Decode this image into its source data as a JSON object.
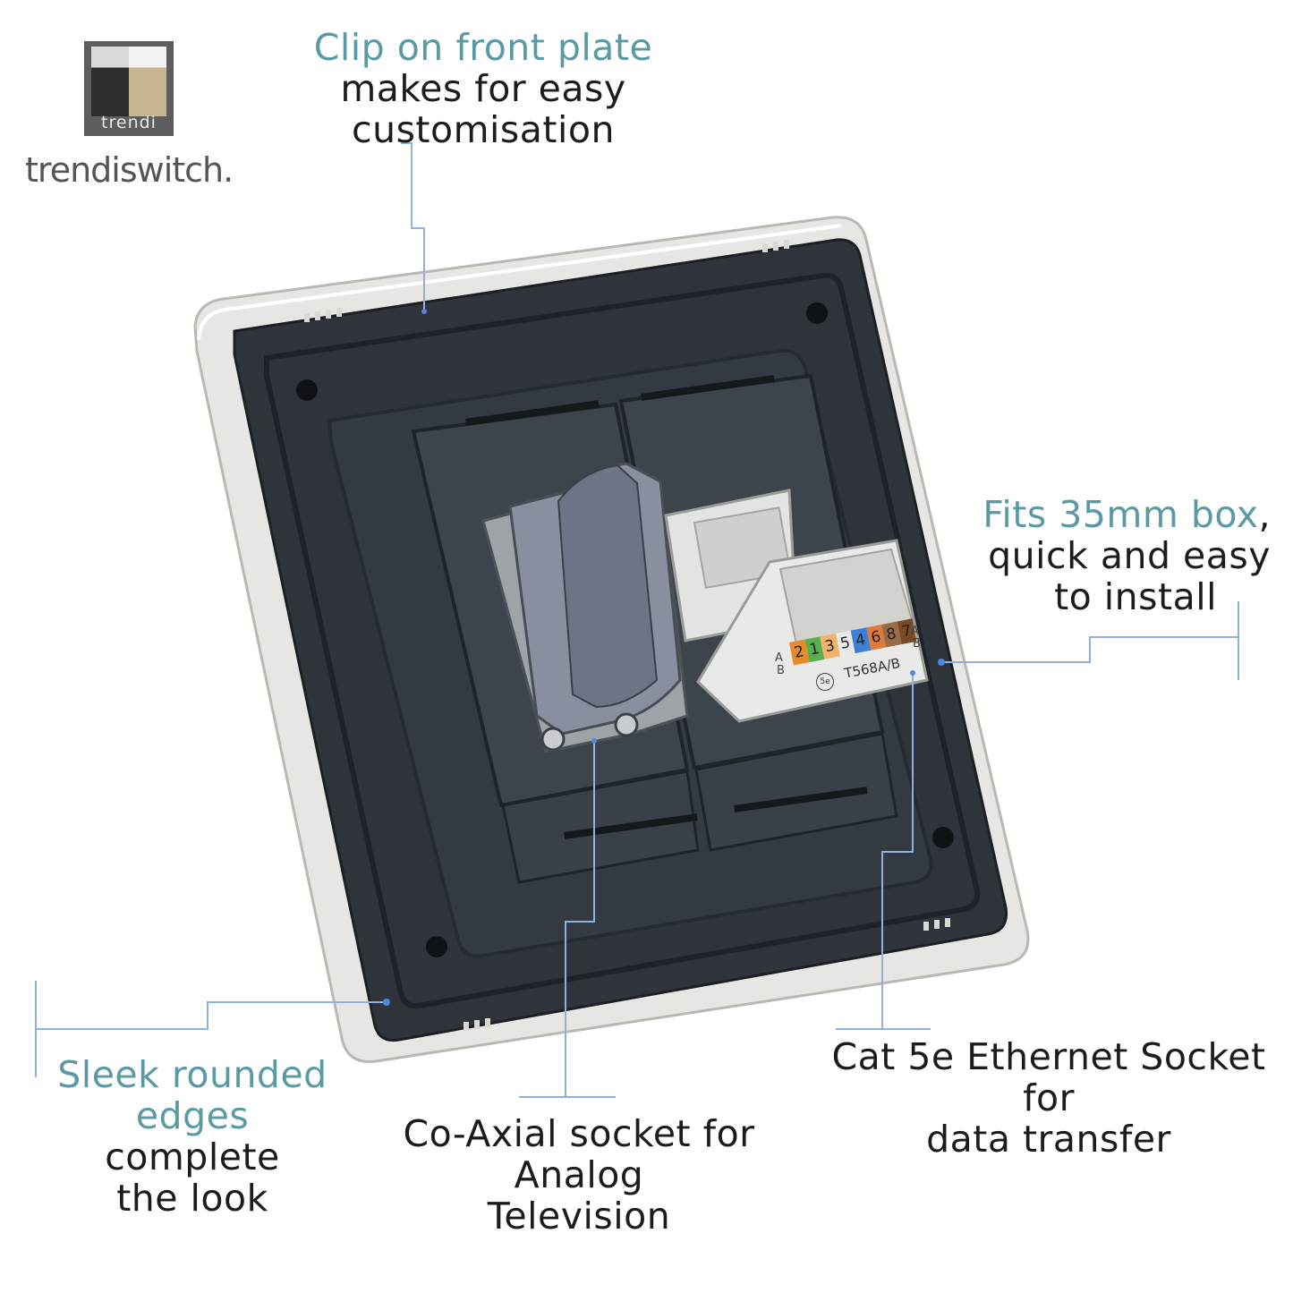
{
  "brand": {
    "logo_mark_text": "trendi",
    "logo_word": "trendiswitch."
  },
  "callouts": {
    "front_plate": {
      "accent": "Clip on front plate",
      "rest_line1": "makes for easy",
      "rest_line2": "customisation"
    },
    "box": {
      "accent": "Fits 35mm box",
      "rest_comma": ",",
      "rest_line1": "quick and easy",
      "rest_line2": "to install"
    },
    "edges": {
      "accent_line1": "Sleek rounded",
      "accent_line2": "edges",
      "rest_line2": " complete",
      "rest_line3": "the look"
    },
    "coax": {
      "line1": "Co-Axial socket for Analog",
      "line2": "Television"
    },
    "ethernet": {
      "line1": "Cat 5e Ethernet Socket for",
      "line2": "data transfer"
    }
  },
  "socket_labels": {
    "pin_numbers": [
      "2",
      "1",
      "3",
      "5",
      "4",
      "6",
      "8",
      "7"
    ],
    "standard": "T568A/B",
    "col_a": "A",
    "col_b": "B",
    "cat_badge": "5e"
  },
  "colors": {
    "accent": "#5b9aa4",
    "text": "#1c1c1c",
    "leader": "#8fb0e0",
    "frame": "#e7e6e2",
    "backbox": "#2f343a",
    "module": "#3d444b"
  }
}
